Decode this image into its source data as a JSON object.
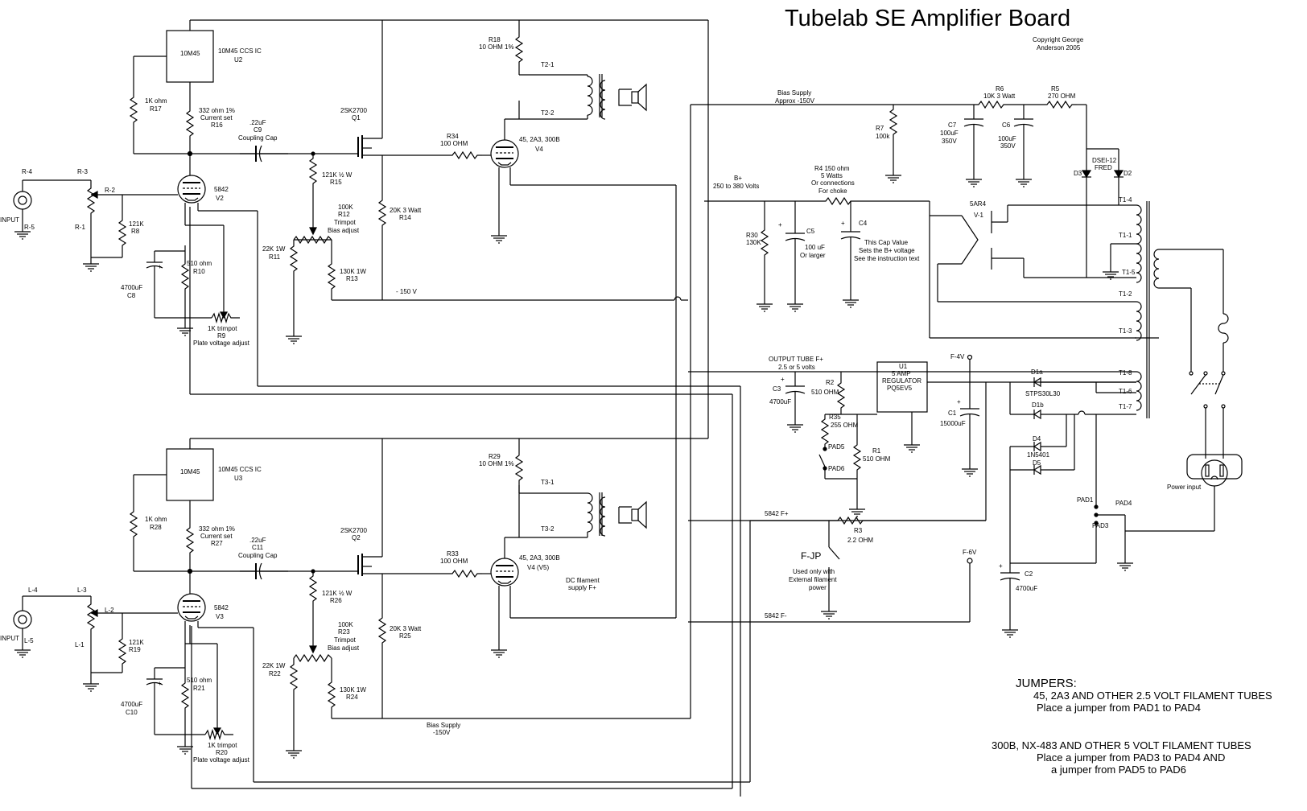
{
  "title": "Tubelab SE Amplifier Board",
  "copyright": [
    "Copyright  George",
    "Anderson 2005"
  ],
  "channel_top": {
    "ccs_ic": "10M45",
    "ccs_desc": "10M45 CCS IC",
    "ccs_ref": "U2",
    "r_ccs_gate": [
      "1K ohm",
      "R17"
    ],
    "r_current": [
      "332 ohm 1%",
      "Current set",
      "R16"
    ],
    "cap_coupling": [
      ".22uF",
      "C9",
      "Coupling Cap"
    ],
    "mosfet": [
      "2SK2700",
      "Q1"
    ],
    "r_grid_stop": [
      "R34",
      "100 OHM"
    ],
    "output_tube": [
      "45, 2A3, 300B",
      "V4"
    ],
    "r_plate": [
      "R18",
      "10 OHM 1%"
    ],
    "t_a": "T2-1",
    "t_b": "T2-2",
    "r_121k_half": [
      "121K ½ W",
      "R15"
    ],
    "trimpot_bias": [
      "100K",
      "R12",
      "Trimpot",
      "Bias adjust"
    ],
    "r_20k": [
      "20K 3 Watt",
      "R14"
    ],
    "r_22k": [
      "22K 1W",
      "R11"
    ],
    "r_130k": [
      "130K 1W",
      "R13"
    ],
    "minus150": "- 150 V",
    "input_tube": [
      "5842",
      "V2"
    ],
    "r_121k_in": [
      "121K",
      "R8"
    ],
    "r_cath": [
      "510 ohm",
      "R10"
    ],
    "cap_cath": [
      "4700uF",
      "C8"
    ],
    "trimpot_plate": [
      "1K trimpot",
      "R9",
      "Plate voltage adjust"
    ],
    "input": "INPUT",
    "jack": [
      "R-4",
      "R-3",
      "R-2",
      "R-1",
      "R-5"
    ]
  },
  "channel_bottom": {
    "ccs_ic": "10M45",
    "ccs_desc": "10M45 CCS IC",
    "ccs_ref": "U3",
    "r_ccs_gate": [
      "1K ohm",
      "R28"
    ],
    "r_current": [
      "332 ohm 1%",
      "Current set",
      "R27"
    ],
    "cap_coupling": [
      ".22uF",
      "C11",
      "Coupling Cap"
    ],
    "mosfet": [
      "2SK2700",
      "Q2"
    ],
    "r_grid_stop": [
      "R33",
      "100 OHM"
    ],
    "output_tube": [
      "45, 2A3, 300B",
      "V4 (V5)"
    ],
    "r_plate": [
      "R29",
      "10 OHM 1%"
    ],
    "t_a": "T3-1",
    "t_b": "T3-2",
    "r_121k_half": [
      "121K ½ W",
      "R26"
    ],
    "trimpot_bias": [
      "100K",
      "R23",
      "Trimpot",
      "Bias adjust"
    ],
    "r_20k": [
      "20K 3 Watt",
      "R25"
    ],
    "r_22k": [
      "22K 1W",
      "R22"
    ],
    "r_130k": [
      "130K 1W",
      "R24"
    ],
    "dc_fil": [
      "DC filament",
      "supply F+"
    ],
    "input_tube": [
      "5842",
      "V3"
    ],
    "r_121k_in": [
      "121K",
      "R19"
    ],
    "r_cath": [
      "510 ohm",
      "R21"
    ],
    "cap_cath": [
      "4700uF",
      "C10"
    ],
    "trimpot_plate": [
      "1K trimpot",
      "R20",
      "Plate voltage adjust"
    ],
    "bias_supply": [
      "Bias Supply",
      "-150V"
    ],
    "input": "INPUT",
    "jack": [
      "L-4",
      "L-3",
      "L-2",
      "L-1",
      "L-5"
    ]
  },
  "power": {
    "bias_supply": [
      "Bias Supply",
      "Approx -150V"
    ],
    "r6": [
      "R6",
      "10K 3 Watt"
    ],
    "r5": [
      "R5",
      "270 OHM"
    ],
    "r7": [
      "R7",
      "100k"
    ],
    "c7": [
      "C7",
      "100uF",
      "350V"
    ],
    "c6": [
      "C6",
      "100uF",
      "350V"
    ],
    "diodes": [
      "DSEI-12",
      "FRED"
    ],
    "d3": "D3",
    "d2": "D2",
    "bplus": [
      "B+",
      "250 to 380 Volts"
    ],
    "r4": [
      "R4 150 ohm",
      "5 Watts",
      "Or connections",
      "For choke"
    ],
    "r30": [
      "R30",
      "130K"
    ],
    "c5": [
      "C5",
      "100 uF",
      "Or larger"
    ],
    "c4": "C4",
    "c4_note": [
      "This Cap Value",
      "Sets the B+ voltage",
      "See the instruction text"
    ],
    "rect_tube": [
      "5AR4",
      "V-1"
    ],
    "t1": [
      "T1-4",
      "T1-1",
      "T1-5",
      "T1-2",
      "T1-3",
      "T1-8",
      "T1-6",
      "T1-7"
    ],
    "out_fil": [
      "OUTPUT TUBE F+",
      "2.5 or 5 volts"
    ],
    "c3": [
      "C3",
      "4700uF"
    ],
    "r2": [
      "R2",
      "510 OHM"
    ],
    "reg": [
      "U1",
      "5 AMP",
      "REGULATOR",
      "PQ5EV5"
    ],
    "f4v": "F-4V",
    "c1": [
      "C1",
      "15000uF"
    ],
    "r35": [
      "R35",
      "255 OHM"
    ],
    "pad5": "PAD5",
    "pad6": "PAD6",
    "r1": [
      "R1",
      "510 OHM"
    ],
    "d1": [
      "D1a",
      "STPS30L30",
      "D1b"
    ],
    "d45": [
      "D4",
      "1N5401",
      "D5"
    ],
    "f_5842p": "5842 F+",
    "r3": [
      "R3",
      "2.2 OHM"
    ],
    "fjp": "F-JP",
    "fjp_note": [
      "Used only with",
      "External filament",
      "power"
    ],
    "f6v": "F-6V",
    "c2": [
      "C2",
      "4700uF"
    ],
    "f_5842m": "5842 F-",
    "pads": [
      "PAD1",
      "PAD4",
      "PAD3"
    ],
    "power_input": "Power input"
  },
  "jumpers": {
    "heading": "JUMPERS:",
    "lines": [
      "45,  2A3  AND OTHER 2.5 VOLT FILAMENT TUBES",
      "Place a jumper from PAD1 to PAD4",
      "300B,  NX-483 AND OTHER 5 VOLT FILAMENT TUBES",
      "Place a jumper from PAD3 to PAD4 AND",
      "a jumper from PAD5 to PAD6"
    ]
  }
}
